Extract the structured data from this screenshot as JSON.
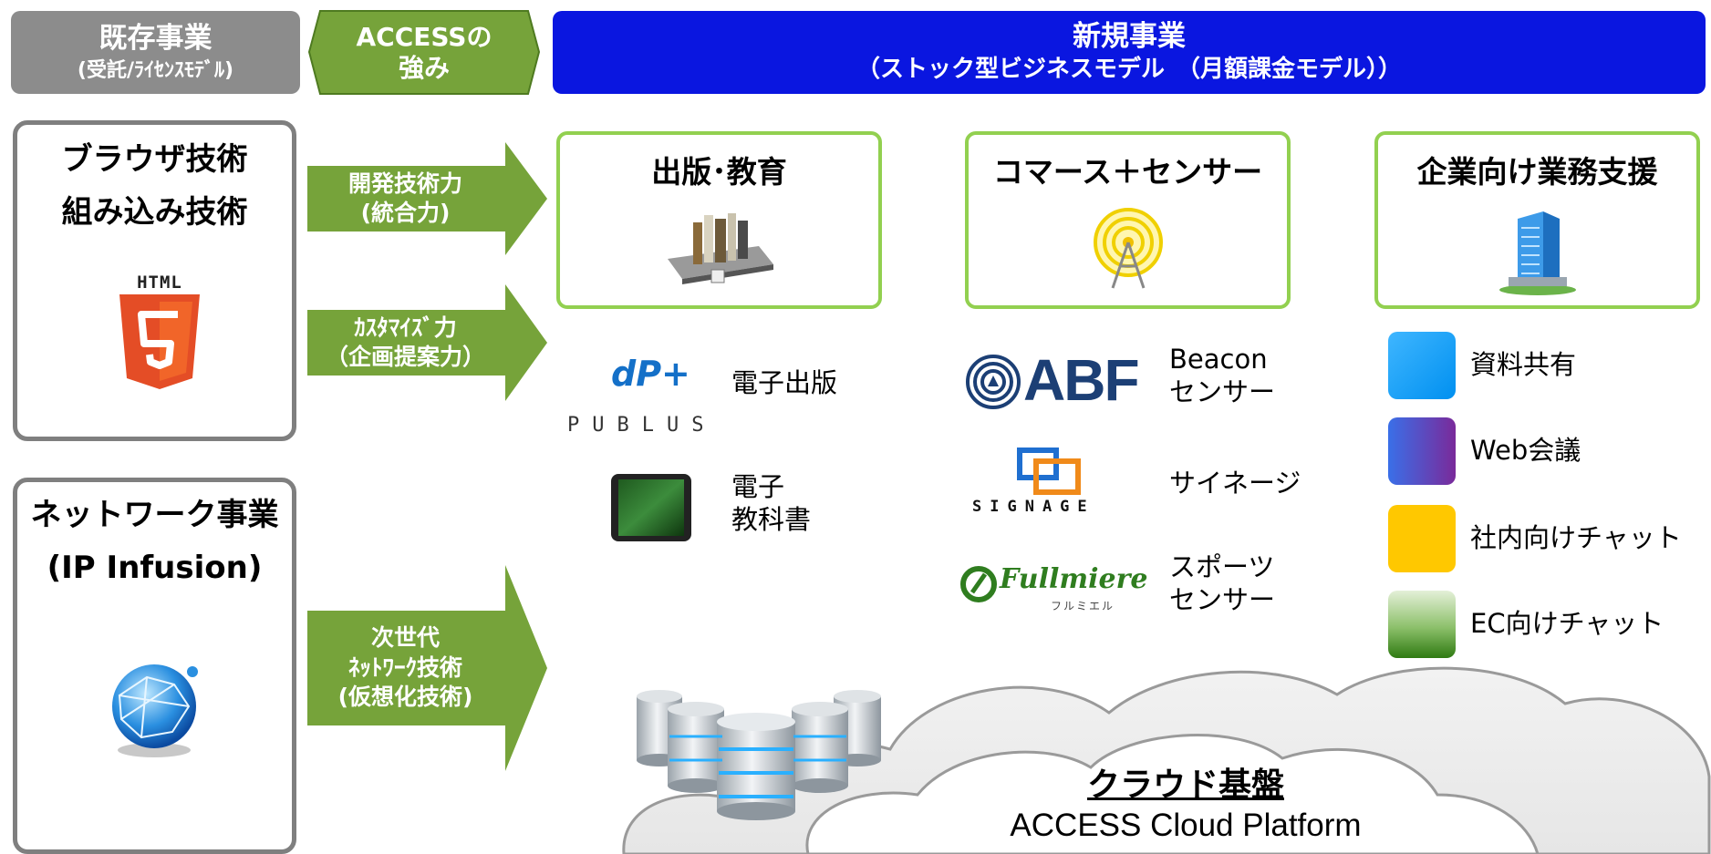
{
  "header": {
    "existing": {
      "line1": "既存事業",
      "line2": "(受託/ﾗｲｾﾝｽﾓﾃﾞﾙ)"
    },
    "strength": {
      "line1": "ACCESSの",
      "line2": "強み"
    },
    "new_business": {
      "line1": "新規事業",
      "line2": "（ストック型ビジネスモデル　（月額課金モデル））"
    }
  },
  "left": {
    "browser": {
      "line1": "ブラウザ技術",
      "line2": "組み込み技術",
      "badge": "HTML",
      "icon": "html5-logo-icon"
    },
    "network": {
      "line1": "ネットワーク事業",
      "line2": "(IP Infusion)",
      "icon": "globe-icon"
    }
  },
  "arrows": {
    "dev": {
      "line1": "開発技術力",
      "line2": "(統合力)"
    },
    "custom": {
      "line1": "ｶｽﾀﾏｲｽﾞ力",
      "line2": "（企画提案力）"
    },
    "next": {
      "line1": "次世代",
      "line2": "ﾈｯﾄﾜｰｸ技術",
      "line3": "(仮想化技術)"
    }
  },
  "categories": {
    "publishing": {
      "title": "出版･教育",
      "icon": "books-on-tablet-icon"
    },
    "commerce": {
      "title": "コマース＋センサー",
      "icon": "signal-antenna-icon"
    },
    "enterprise": {
      "title": "企業向け業務支援",
      "icon": "office-building-icon"
    }
  },
  "publishing_items": {
    "publus": {
      "logo_text": "PUBLUS",
      "logo_mark": "dP+",
      "label": "電子出版"
    },
    "textbook": {
      "label_line1": "電子",
      "label_line2": "教科書",
      "icon": "tablet-icon"
    }
  },
  "commerce_items": {
    "abf": {
      "logo_text": "ABF",
      "label_line1": "Beacon",
      "label_line2": "センサー"
    },
    "signage": {
      "logo_text": "SIGNAGE",
      "label": "サイネージ"
    },
    "fullmiere": {
      "logo_text": "Fullmiere",
      "logo_sub": "フルミエル",
      "label_line1": "スポーツ",
      "label_line2": "センサー"
    }
  },
  "enterprise_items": [
    {
      "label": "資料共有",
      "color": "#1aa3ff"
    },
    {
      "label": "Web会議",
      "color": "#6a3ad8"
    },
    {
      "label": "社内向けチャット",
      "color": "#ffc000"
    },
    {
      "label": "EC向けチャット",
      "color": "#3e8f1a"
    }
  ],
  "cloud": {
    "title": "クラウド基盤",
    "subtitle": "ACCESS Cloud Platform",
    "icon": "database-servers-icon"
  },
  "colors": {
    "existing": "#8c8c8c",
    "new": "#0a16e0",
    "green": "#76a33a",
    "cat_border": "#92d050"
  }
}
